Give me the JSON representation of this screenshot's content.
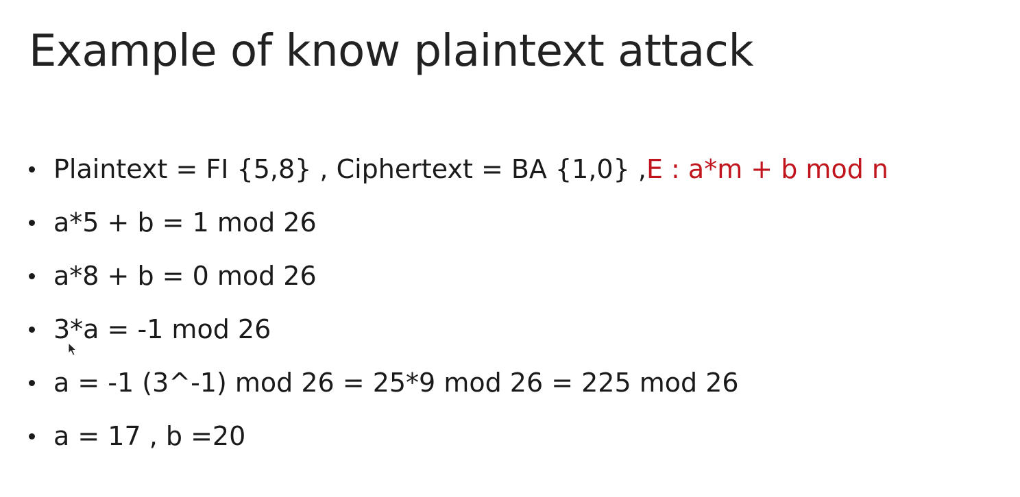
{
  "slide": {
    "title": "Example of know plaintext attack",
    "bullets": [
      {
        "text": "Plaintext = FI {5,8} , Ciphertext = BA {1,0}  , ",
        "accent": "E : a*m + b mod n"
      },
      {
        "text": "a*5 + b = 1 mod 26"
      },
      {
        "text": "a*8 + b = 0 mod 26"
      },
      {
        "text": "3*a = -1 mod 26"
      },
      {
        "text": "a = -1 (3^-1) mod 26 = 25*9 mod 26 = 225 mod 26"
      },
      {
        "text": "a = 17 , b =20"
      }
    ]
  },
  "colors": {
    "accent": "#c0151c",
    "text": "#1a1a1a"
  },
  "icons": {
    "cursor": "mouse-pointer-icon"
  }
}
